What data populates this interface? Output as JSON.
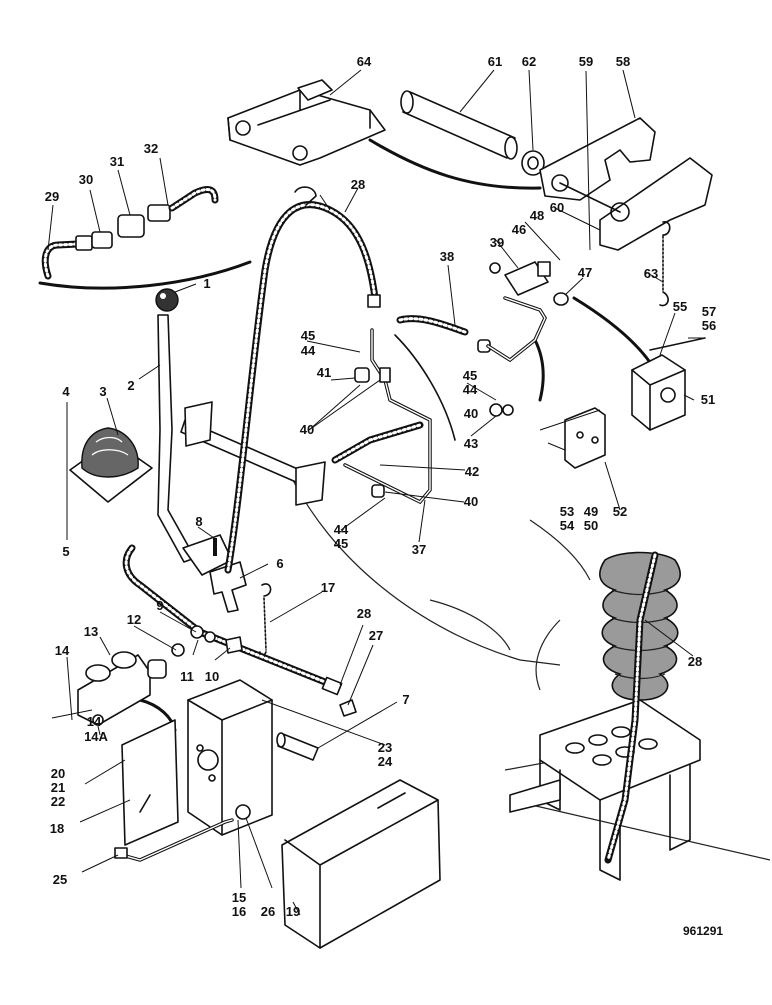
{
  "drawing_ref": "961291",
  "callouts": [
    {
      "id": "c1",
      "text": "1"
    },
    {
      "id": "c2",
      "text": "2"
    },
    {
      "id": "c3",
      "text": "3"
    },
    {
      "id": "c4",
      "text": "4"
    },
    {
      "id": "c5",
      "text": "5"
    },
    {
      "id": "c6",
      "text": "6"
    },
    {
      "id": "c7",
      "text": "7"
    },
    {
      "id": "c8",
      "text": "8"
    },
    {
      "id": "c9",
      "text": "9"
    },
    {
      "id": "c10",
      "text": "10"
    },
    {
      "id": "c11",
      "text": "11"
    },
    {
      "id": "c12",
      "text": "12"
    },
    {
      "id": "c13",
      "text": "13"
    },
    {
      "id": "c14a",
      "text": "14"
    },
    {
      "id": "c14b",
      "text": "14"
    },
    {
      "id": "c14A",
      "text": "14A"
    },
    {
      "id": "c15",
      "text": "15"
    },
    {
      "id": "c16",
      "text": "16"
    },
    {
      "id": "c17",
      "text": "17"
    },
    {
      "id": "c18",
      "text": "18"
    },
    {
      "id": "c19",
      "text": "19"
    },
    {
      "id": "c20",
      "text": "20"
    },
    {
      "id": "c21",
      "text": "21"
    },
    {
      "id": "c22",
      "text": "22"
    },
    {
      "id": "c23",
      "text": "23"
    },
    {
      "id": "c24",
      "text": "24"
    },
    {
      "id": "c25",
      "text": "25"
    },
    {
      "id": "c26",
      "text": "26"
    },
    {
      "id": "c27",
      "text": "27"
    },
    {
      "id": "c28a",
      "text": "28"
    },
    {
      "id": "c28b",
      "text": "28"
    },
    {
      "id": "c28c",
      "text": "28"
    },
    {
      "id": "c29",
      "text": "29"
    },
    {
      "id": "c30",
      "text": "30"
    },
    {
      "id": "c31",
      "text": "31"
    },
    {
      "id": "c32",
      "text": "32"
    },
    {
      "id": "c37",
      "text": "37"
    },
    {
      "id": "c38",
      "text": "38"
    },
    {
      "id": "c39",
      "text": "39"
    },
    {
      "id": "c40a",
      "text": "40"
    },
    {
      "id": "c40b",
      "text": "40"
    },
    {
      "id": "c40c",
      "text": "40"
    },
    {
      "id": "c41",
      "text": "41"
    },
    {
      "id": "c42",
      "text": "42"
    },
    {
      "id": "c43",
      "text": "43"
    },
    {
      "id": "c44a",
      "text": "44"
    },
    {
      "id": "c44b",
      "text": "44"
    },
    {
      "id": "c44c",
      "text": "44"
    },
    {
      "id": "c45a",
      "text": "45"
    },
    {
      "id": "c45b",
      "text": "45"
    },
    {
      "id": "c45c",
      "text": "45"
    },
    {
      "id": "c46",
      "text": "46"
    },
    {
      "id": "c47",
      "text": "47"
    },
    {
      "id": "c48",
      "text": "48"
    },
    {
      "id": "c49",
      "text": "49"
    },
    {
      "id": "c50",
      "text": "50"
    },
    {
      "id": "c51",
      "text": "51"
    },
    {
      "id": "c52",
      "text": "52"
    },
    {
      "id": "c53",
      "text": "53"
    },
    {
      "id": "c54",
      "text": "54"
    },
    {
      "id": "c55",
      "text": "55"
    },
    {
      "id": "c56",
      "text": "56"
    },
    {
      "id": "c57",
      "text": "57"
    },
    {
      "id": "c58",
      "text": "58"
    },
    {
      "id": "c59",
      "text": "59"
    },
    {
      "id": "c60",
      "text": "60"
    },
    {
      "id": "c61",
      "text": "61"
    },
    {
      "id": "c62",
      "text": "62"
    },
    {
      "id": "c63",
      "text": "63"
    },
    {
      "id": "c64",
      "text": "64"
    }
  ]
}
